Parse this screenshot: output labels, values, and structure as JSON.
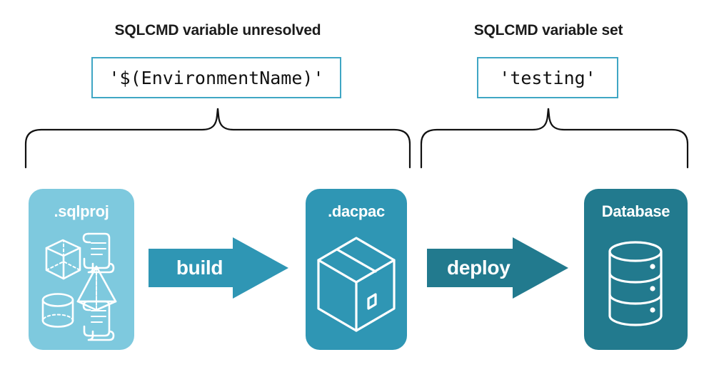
{
  "diagram": {
    "background_color": "#ffffff",
    "groups": [
      {
        "id": "left",
        "title": "SQLCMD variable unresolved",
        "code_value": "'$(EnvironmentName)'",
        "brace_color": "#111111",
        "code_border_color": "#3fa6c4"
      },
      {
        "id": "right",
        "title": "SQLCMD variable set",
        "code_value": "'testing'",
        "brace_color": "#111111",
        "code_border_color": "#3fa6c4"
      }
    ],
    "stages": [
      {
        "id": "sqlproj",
        "label": ".sqlproj",
        "color": "#7ec9de",
        "icons": [
          "cube-wireframe-icon",
          "pyramid-wireframe-icon",
          "cylinder-wireframe-icon",
          "script-scroll-icon",
          "script-scroll-icon"
        ]
      },
      {
        "id": "dacpac",
        "label": ".dacpac",
        "color": "#2f96b4",
        "icons": [
          "package-box-icon"
        ]
      },
      {
        "id": "database",
        "label": "Database",
        "color": "#227a8e",
        "icons": [
          "database-cylinder-icon"
        ]
      }
    ],
    "arrows": [
      {
        "id": "build",
        "label": "build",
        "color": "#2f96b4"
      },
      {
        "id": "deploy",
        "label": "deploy",
        "color": "#227a8e"
      }
    ]
  }
}
